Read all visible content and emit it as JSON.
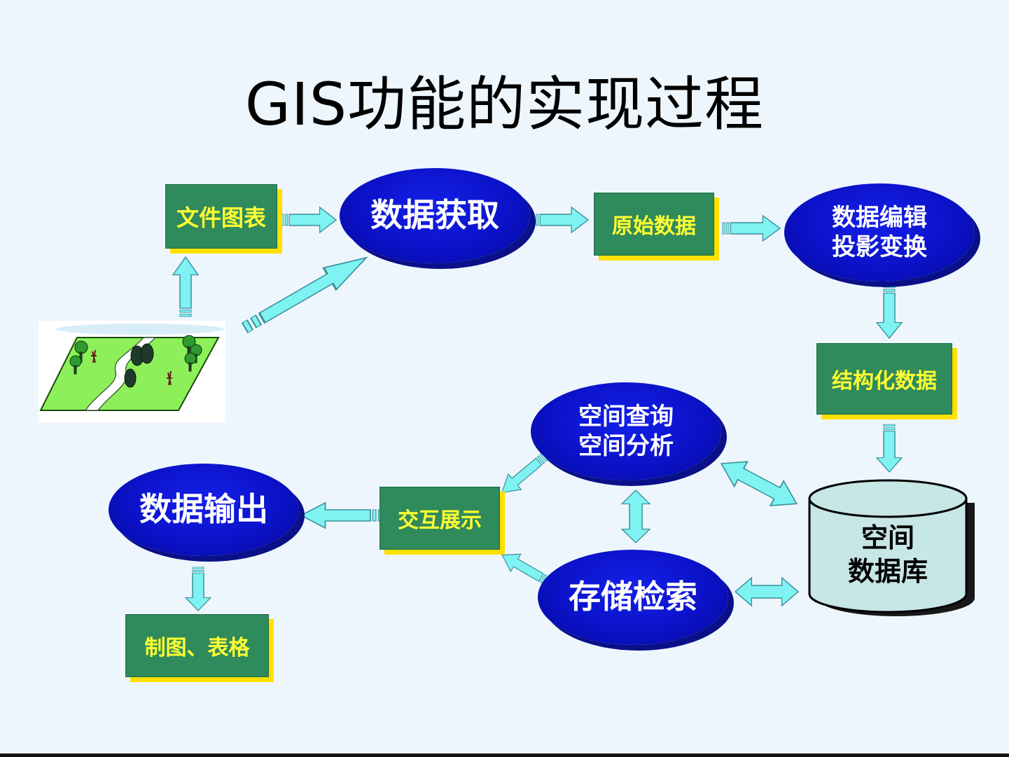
{
  "title": "GIS功能的实现过程",
  "boxes": {
    "file_charts": "文件图表",
    "raw_data": "原始数据",
    "structured_data": "结构化数据",
    "interactive_display": "交互展示",
    "maps_tables": "制图、表格"
  },
  "ellipses": {
    "data_acquisition": "数据获取",
    "data_editing": "数据编辑\n投影变换",
    "spatial_query": "空间查询\n空间分析",
    "storage_retrieval": "存储检索",
    "data_output": "数据输出"
  },
  "database": "空间\n数据库",
  "colors": {
    "background": "#eef6fd",
    "box_fill": "#2f8a5c",
    "box_text": "#ffff33",
    "box_shadow": "#ffe000",
    "ellipse_fill": "#0b12c8",
    "arrow": "#7ff2f2",
    "database_fill": "#c7e6e6"
  },
  "icons": [
    "landscape-map-icon"
  ]
}
